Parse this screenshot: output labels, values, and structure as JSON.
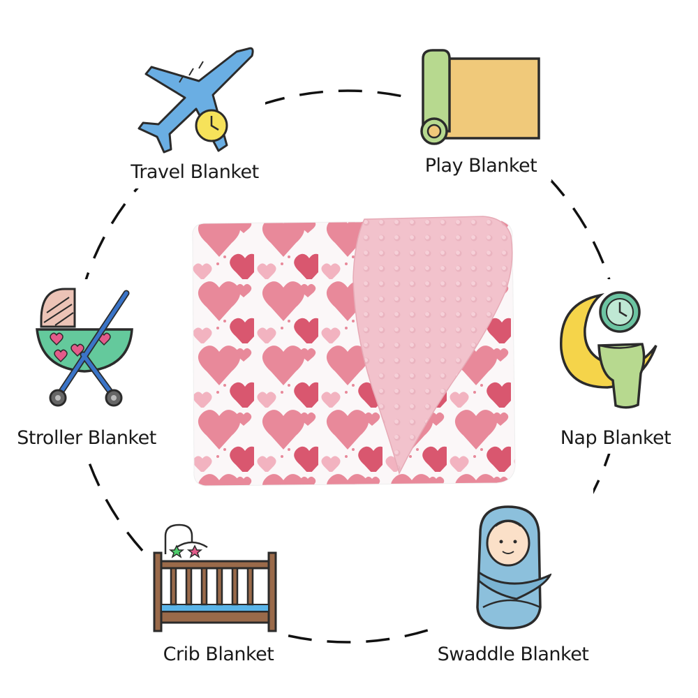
{
  "uses": [
    {
      "id": "travel",
      "label": "Travel Blanket",
      "icon": "airplane-clock-icon"
    },
    {
      "id": "play",
      "label": "Play Blanket",
      "icon": "play-mat-roll-icon"
    },
    {
      "id": "nap",
      "label": "Nap Blanket",
      "icon": "moon-clock-blanket-icon"
    },
    {
      "id": "swaddle",
      "label": "Swaddle Blanket",
      "icon": "swaddled-baby-icon"
    },
    {
      "id": "crib",
      "label": "Crib Blanket",
      "icon": "crib-with-mobile-icon"
    },
    {
      "id": "stroller",
      "label": "Stroller Blanket",
      "icon": "baby-stroller-icon"
    }
  ],
  "center": {
    "product": "heart-print-minky-blanket",
    "pattern": "pink hearts on white",
    "reverse": "pink dotted minky"
  },
  "colors": {
    "heart_pink": "#e8899a",
    "heart_rose": "#d9576f",
    "minky_pink": "#f2c2cc",
    "plane_blue": "#6aaee3",
    "play_yellow": "#f0c97a",
    "play_green": "#b7d98f",
    "moon_yellow": "#f5d44a",
    "clock_green": "#6cc4a2",
    "swaddle_blue": "#8cc0dc",
    "crib_brown": "#9a6a4a",
    "stroller_green": "#64c99c",
    "outline": "#333333"
  }
}
